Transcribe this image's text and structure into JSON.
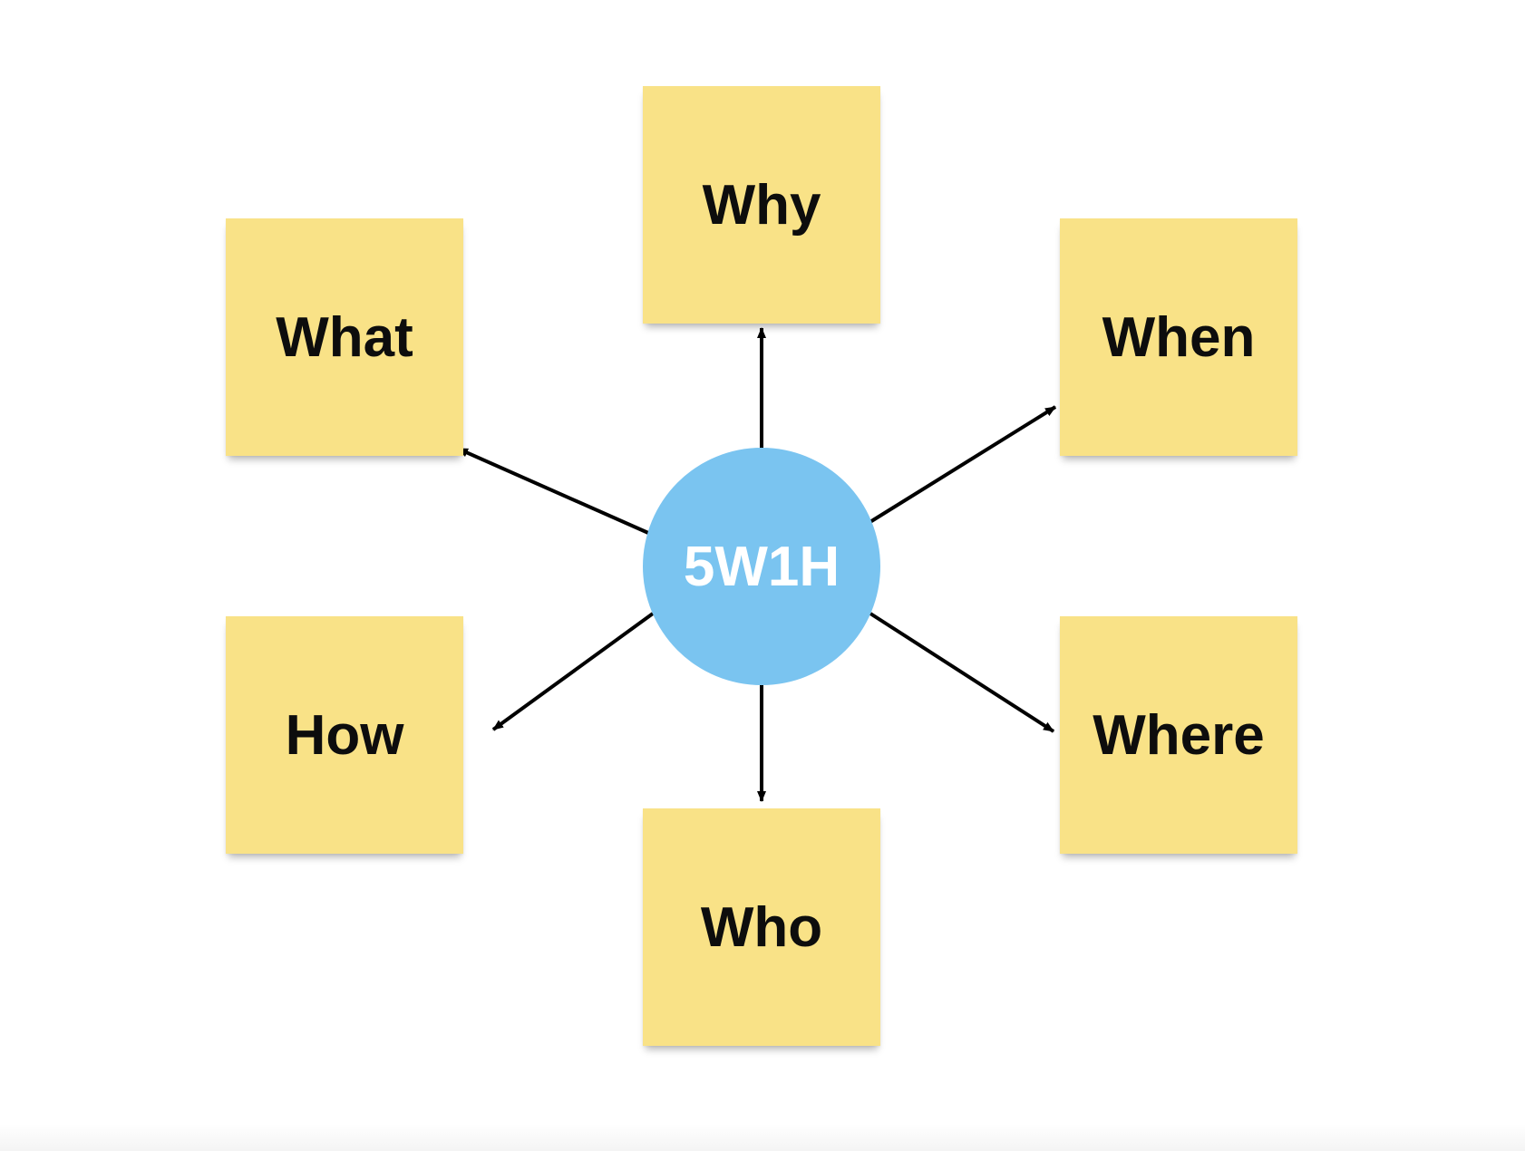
{
  "hub": {
    "label": "5W1H",
    "color": "#7ac4f0"
  },
  "notes": [
    {
      "id": "why",
      "label": "Why"
    },
    {
      "id": "what",
      "label": "What"
    },
    {
      "id": "when",
      "label": "When"
    },
    {
      "id": "how",
      "label": "How"
    },
    {
      "id": "where",
      "label": "Where"
    },
    {
      "id": "who",
      "label": "Who"
    }
  ],
  "colors": {
    "note": "#f9e287",
    "arrow": "#000000",
    "text": "#0d0d0d"
  }
}
